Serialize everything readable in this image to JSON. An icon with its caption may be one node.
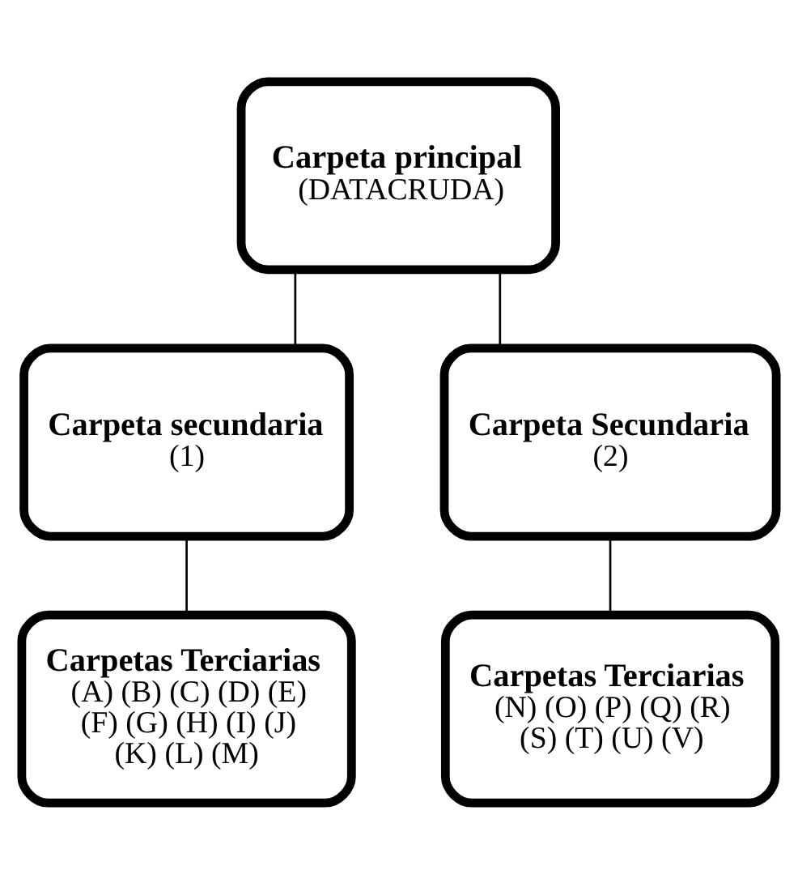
{
  "diagram": {
    "nodes": [
      {
        "text": [
          "Carpeta principal",
          "(DATACRUDA)"
        ]
      },
      {
        "text": [
          "Carpeta secundaria",
          "(1)"
        ]
      },
      {
        "text": [
          "Carpeta Secundaria",
          "(2)"
        ]
      },
      {
        "text": [
          "Carpetas Terciarias",
          "(A) (B) (C) (D) (E) (F) (G) (H) (I) (J) (K) (L) (M)"
        ]
      },
      {
        "text": [
          "Carpetas Terciarias",
          "(N) (O) (P) (Q) (R) (S) (T) (U) (V)"
        ]
      }
    ],
    "edges": [
      {
        "from": 0,
        "to": 1,
        "arrow": "none"
      },
      {
        "from": 0,
        "to": 2,
        "arrow": "none"
      },
      {
        "from": 1,
        "to": 3,
        "arrow": "none"
      },
      {
        "from": 2,
        "to": 4,
        "arrow": "none"
      }
    ]
  }
}
